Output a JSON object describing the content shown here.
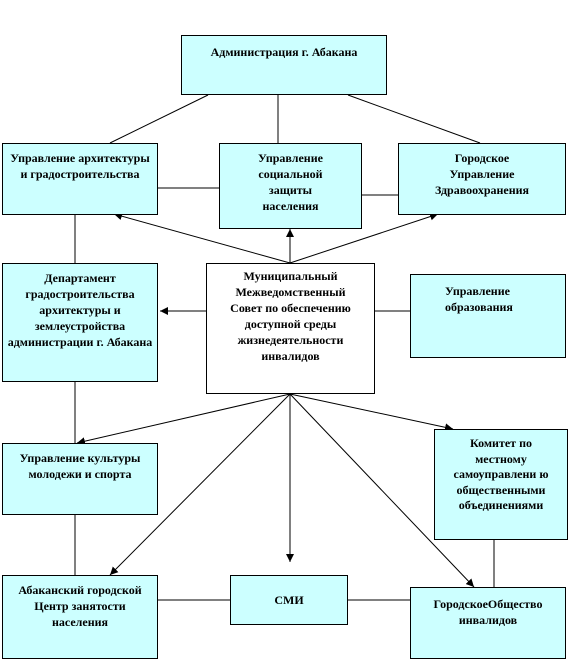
{
  "colors": {
    "box_fill": "#ccffff",
    "council_fill": "#ffffff",
    "line": "#000000"
  },
  "nodes": {
    "admin": "Администрация г. Абакана",
    "architecture": "Управление архитектуры и градостроительства",
    "social": "Управление социальной защиты населения",
    "health": "Городское Управление Здравоохранения",
    "department": "Департамент градостроительства архитектуры и землеустройства администрации г. Абакана",
    "council": "Муниципальный Межведомственный Совет по обеспечению доступной среды жизнедеятельности инвалидов",
    "education": "Управление образования",
    "culture": "Управление культуры молодежи и спорта",
    "committee": "Комитет по местному самоуправлени ю общественными объединениями",
    "employment": "Абаканский городской Центр занятости населения",
    "media": "СМИ",
    "society": "ГородскоеОбщество инвалидов"
  }
}
